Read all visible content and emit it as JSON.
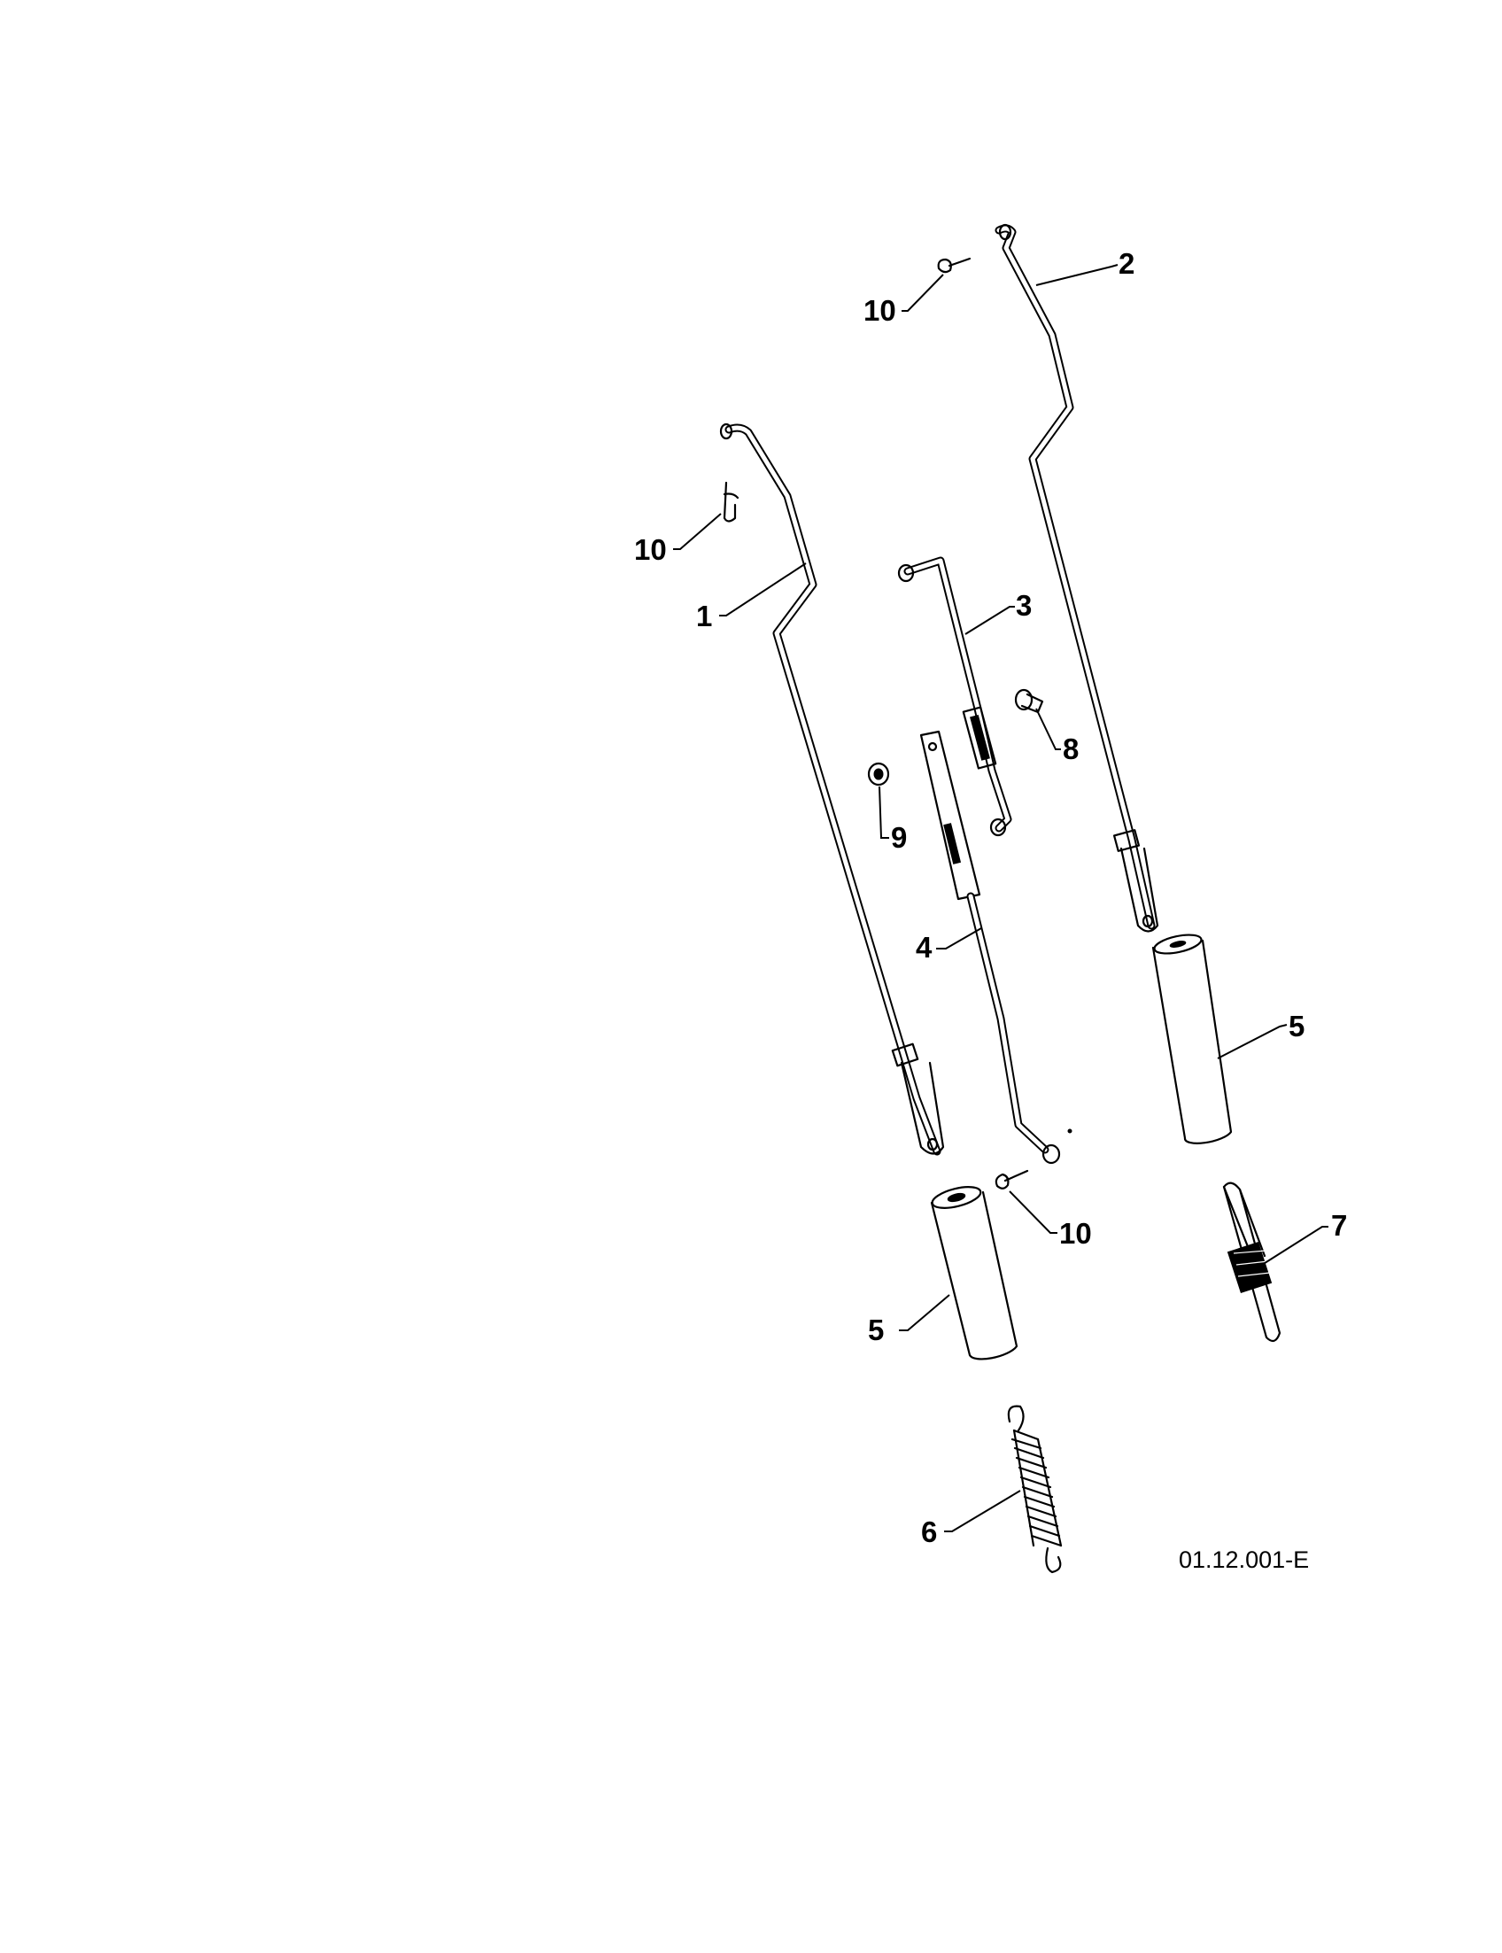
{
  "diagram": {
    "reference_code": "01.12.001-E",
    "callouts": {
      "part_1": "1",
      "part_2": "2",
      "part_3": "3",
      "part_4": "4",
      "part_5_left": "5",
      "part_5_right": "5",
      "part_6": "6",
      "part_7": "7",
      "part_8": "8",
      "part_9": "9",
      "part_10_top": "10",
      "part_10_left": "10",
      "part_10_bottom": "10"
    }
  }
}
